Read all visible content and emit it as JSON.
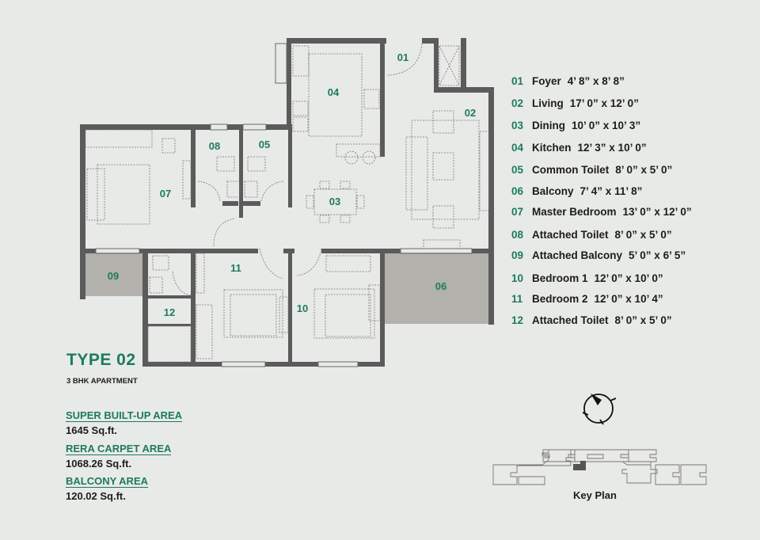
{
  "plan": {
    "title": "TYPE 02",
    "subtitle": "3 BHK APARTMENT",
    "room_labels": [
      "01",
      "02",
      "03",
      "04",
      "05",
      "06",
      "07",
      "08",
      "09",
      "10",
      "11",
      "12"
    ]
  },
  "legend": [
    {
      "num": "01",
      "name": "Foyer",
      "size": "4’ 8” x 8’ 8”"
    },
    {
      "num": "02",
      "name": "Living",
      "size": "17’ 0” x 12’ 0”"
    },
    {
      "num": "03",
      "name": "Dining",
      "size": "10’ 0” x 10’ 3”"
    },
    {
      "num": "04",
      "name": "Kitchen",
      "size": "12’ 3” x 10’ 0”"
    },
    {
      "num": "05",
      "name": "Common Toilet",
      "size": "8’ 0” x 5’ 0”"
    },
    {
      "num": "06",
      "name": "Balcony",
      "size": "7’ 4” x 11’ 8”"
    },
    {
      "num": "07",
      "name": "Master Bedroom",
      "size": "13’ 0” x 12’ 0”"
    },
    {
      "num": "08",
      "name": "Attached Toilet",
      "size": "8’ 0” x 5’ 0”"
    },
    {
      "num": "09",
      "name": "Attached Balcony",
      "size": "5’ 0” x 6’ 5”"
    },
    {
      "num": "10",
      "name": "Bedroom 1",
      "size": "12’ 0” x 10’ 0”"
    },
    {
      "num": "11",
      "name": "Bedroom 2",
      "size": "12’ 0” x 10’ 4”"
    },
    {
      "num": "12",
      "name": "Attached Toilet",
      "size": "8’ 0” x 5’ 0”"
    }
  ],
  "areas": [
    {
      "label": "SUPER BUILT-UP AREA",
      "value": "1645 Sq.ft."
    },
    {
      "label": "RERA CARPET AREA",
      "value": "1068.26 Sq.ft."
    },
    {
      "label": "BALCONY AREA",
      "value": "120.02 Sq.ft."
    }
  ],
  "key_plan": {
    "label": "Key Plan",
    "compass_icon": "north-compass-icon"
  },
  "colors": {
    "accent": "#1d7a5f",
    "wall": "#5b5b5b",
    "balcony": "#b3b1ac",
    "background": "#e8eae7"
  }
}
